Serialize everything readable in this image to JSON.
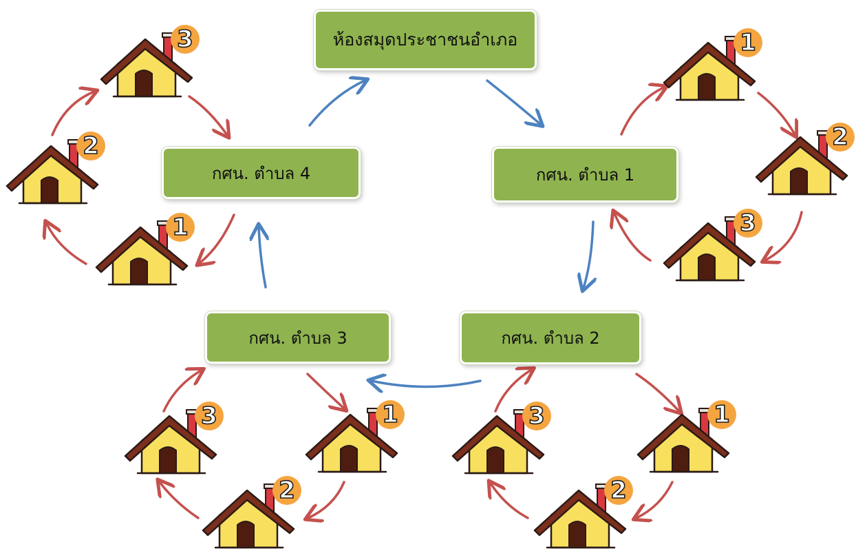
{
  "nodes": {
    "library": "ห้องสมุดประชาชนอำเภอ",
    "tambon4": "กศน. ตำบล 4",
    "tambon1": "กศน. ตำบล 1",
    "tambon3": "กศน. ตำบล 3",
    "tambon2": "กศน. ตำบล 2"
  },
  "houses": {
    "t4": [
      "3",
      "2",
      "1"
    ],
    "t1": [
      "1",
      "2",
      "3"
    ],
    "t3": [
      "3",
      "1",
      "2"
    ],
    "t2": [
      "3",
      "1",
      "2"
    ]
  },
  "colors": {
    "box_fill": "#8fb44f",
    "blue_arrow": "#4d82c0",
    "red_arrow": "#c4514e",
    "house_wall": "#f8df5e",
    "house_roof": "#7b2f1c",
    "house_door": "#4e1d10",
    "chimney": "#d83840",
    "badge": "#f4a540"
  }
}
